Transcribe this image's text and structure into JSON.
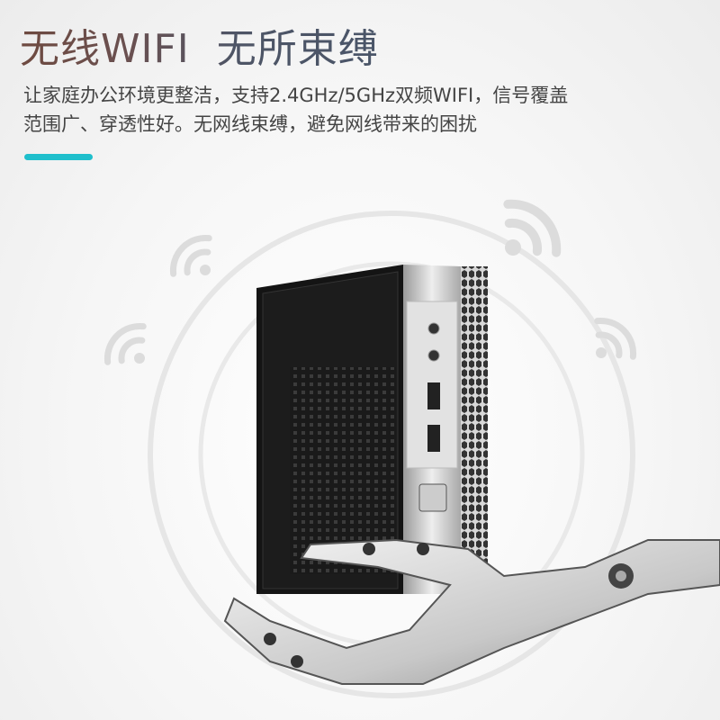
{
  "heading": "无线WIFI  无所束缚",
  "description": {
    "line1": "让家庭办公环境更整洁，支持2.4GHz/5GHz双频WIFI，信号覆盖",
    "line2": "范围广、穿透性好。无网线束缚，避免网线带来的困扰"
  },
  "colors": {
    "accent": "#1fbfcc",
    "title_start": "#6e4a40",
    "title_end": "#4a5568",
    "text": "#444444"
  },
  "icons": [
    "wifi-signal-icon",
    "mini-pc-product",
    "robotic-hand"
  ]
}
